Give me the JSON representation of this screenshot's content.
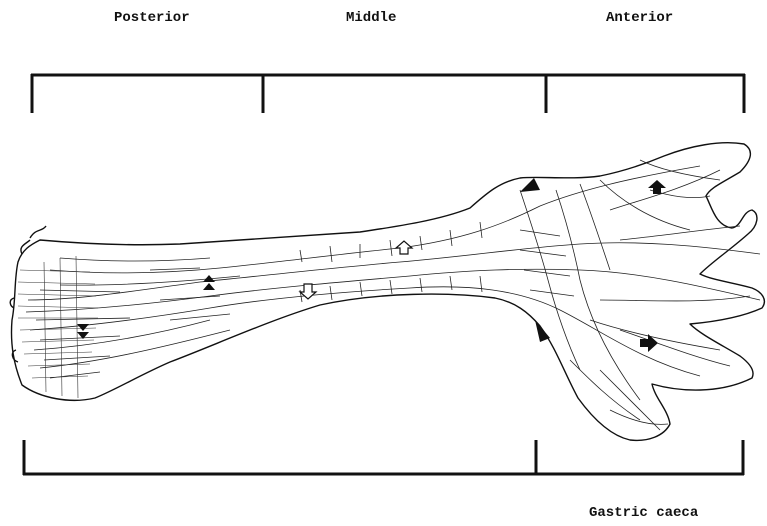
{
  "labels": {
    "posterior": "Posterior",
    "middle": "Middle",
    "anterior": "Anterior",
    "caeca": "Gastric caeca"
  },
  "colors": {
    "ink": "#111111",
    "background": "#ffffff"
  },
  "markers": [
    {
      "name": "filled-double-arrow-down-icon",
      "style": "filled"
    },
    {
      "name": "filled-double-arrow-up-icon",
      "style": "filled"
    },
    {
      "name": "open-arrow-down-icon",
      "style": "open"
    },
    {
      "name": "open-arrow-up-icon",
      "style": "open"
    },
    {
      "name": "arrowhead-pointer-icon",
      "style": "filled"
    },
    {
      "name": "arrowhead-pointer-icon",
      "style": "filled"
    },
    {
      "name": "filled-arrow-up-icon",
      "style": "filled"
    },
    {
      "name": "filled-arrow-right-icon",
      "style": "filled"
    }
  ]
}
